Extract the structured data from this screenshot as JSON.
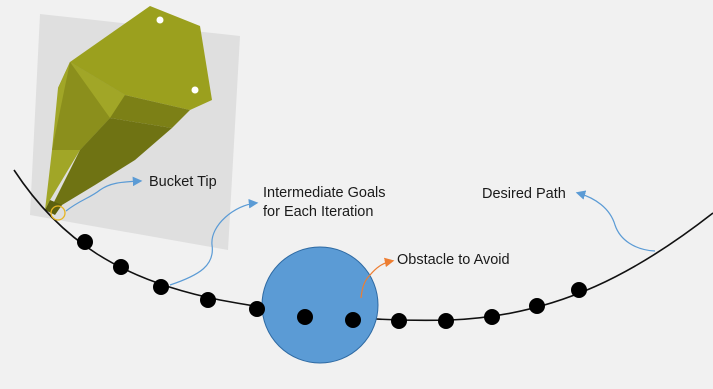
{
  "labels": {
    "bucket_tip": "Bucket Tip",
    "intermediate_goals_line1": "Intermediate Goals",
    "intermediate_goals_line2": "for Each Iteration",
    "obstacle": "Obstacle to Avoid",
    "desired_path": "Desired Path"
  },
  "colors": {
    "background": "#f1f1f1",
    "path": "#111111",
    "goal_dot": "#000000",
    "obstacle_fill": "#5b9bd5",
    "obstacle_stroke": "#2e6aa3",
    "bucket": "#8b8f1c",
    "bucket_dark": "#6c7012",
    "arrow_blue": "#5b9bd5",
    "arrow_orange": "#ed7d31",
    "tip_marker": "#e6b422"
  },
  "intermediate_goal_count": 12
}
